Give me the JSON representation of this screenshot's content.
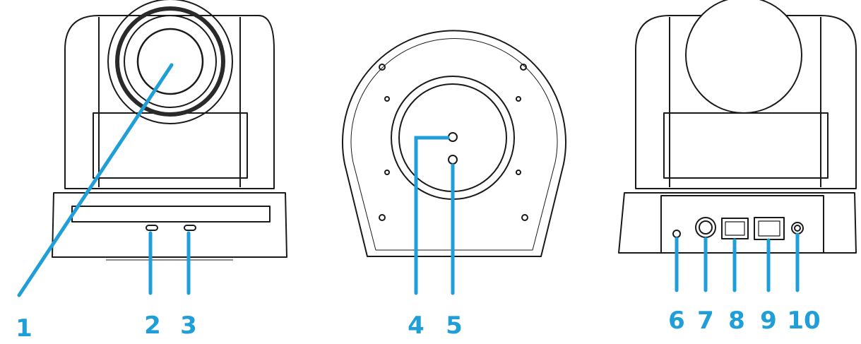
{
  "diagram": {
    "callouts": [
      {
        "id": "1",
        "label": "1"
      },
      {
        "id": "2",
        "label": "2"
      },
      {
        "id": "3",
        "label": "3"
      },
      {
        "id": "4",
        "label": "4"
      },
      {
        "id": "5",
        "label": "5"
      },
      {
        "id": "6",
        "label": "6"
      },
      {
        "id": "7",
        "label": "7"
      },
      {
        "id": "8",
        "label": "8"
      },
      {
        "id": "9",
        "label": "9"
      },
      {
        "id": "10",
        "label": "10"
      }
    ],
    "colors": {
      "outline": "#1a1a1a",
      "callout": "#1f9ed8",
      "background": "#ffffff"
    }
  }
}
